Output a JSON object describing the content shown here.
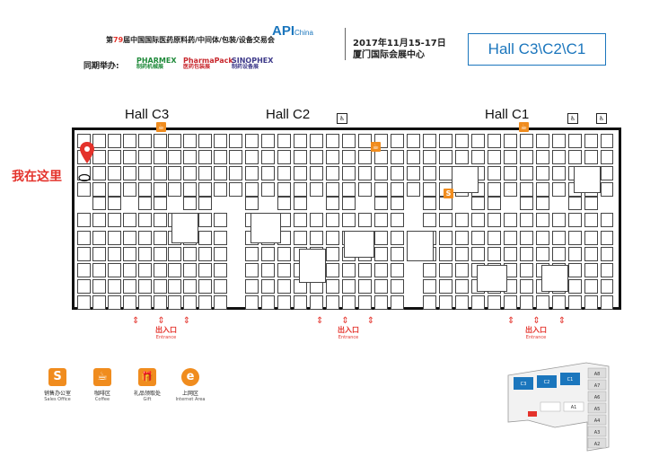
{
  "header": {
    "exhibition_prefix": "第",
    "exhibition_number": "79",
    "exhibition_suffix": "届中国国际医药原料药/中间体/包装/设备交易会",
    "api_logo_main": "API",
    "api_logo_sub": "China",
    "cohost_label": "同期举办:",
    "cohost_logos": [
      {
        "name": "PHARMEX",
        "sub": "制药机械展"
      },
      {
        "name": "PharmaPack",
        "sub": "医药包装展"
      },
      {
        "name": "SINOPHEX",
        "sub": "制药设备展"
      }
    ],
    "date": "2017年11月15-17日",
    "venue": "厦门国际会展中心",
    "hall_badge": "Hall C3\\C2\\C1"
  },
  "map": {
    "halls": [
      "Hall C3",
      "Hall C2",
      "Hall C1"
    ],
    "you_are_here": "我在这里",
    "entrances": [
      {
        "label": "出入口",
        "sub": "Entrance"
      },
      {
        "label": "出入口",
        "sub": "Entrance"
      },
      {
        "label": "出入口",
        "sub": "Entrance"
      }
    ]
  },
  "legend": [
    {
      "icon": "sales-office-icon",
      "symbol": "S",
      "label": "销售办公室",
      "sub": "Sales Office",
      "color": "#f08c1e"
    },
    {
      "icon": "coffee-icon",
      "symbol": "☕",
      "label": "咖啡区",
      "sub": "Coffee",
      "color": "#f08c1e"
    },
    {
      "icon": "gift-icon",
      "symbol": "🎁",
      "label": "礼品领取处",
      "sub": "Gift",
      "color": "#f08c1e"
    },
    {
      "icon": "internet-icon",
      "symbol": "e",
      "label": "上网区",
      "sub": "Internet Area",
      "color": "#f08c1e"
    }
  ],
  "minimap": {
    "labels": [
      "C3",
      "C2",
      "C1",
      "A1",
      "A2",
      "A3",
      "A4",
      "A5",
      "A6",
      "A7",
      "A8"
    ]
  },
  "colors": {
    "accent": "#1b76bd",
    "marker": "#e4322b",
    "service": "#f08c1e"
  }
}
